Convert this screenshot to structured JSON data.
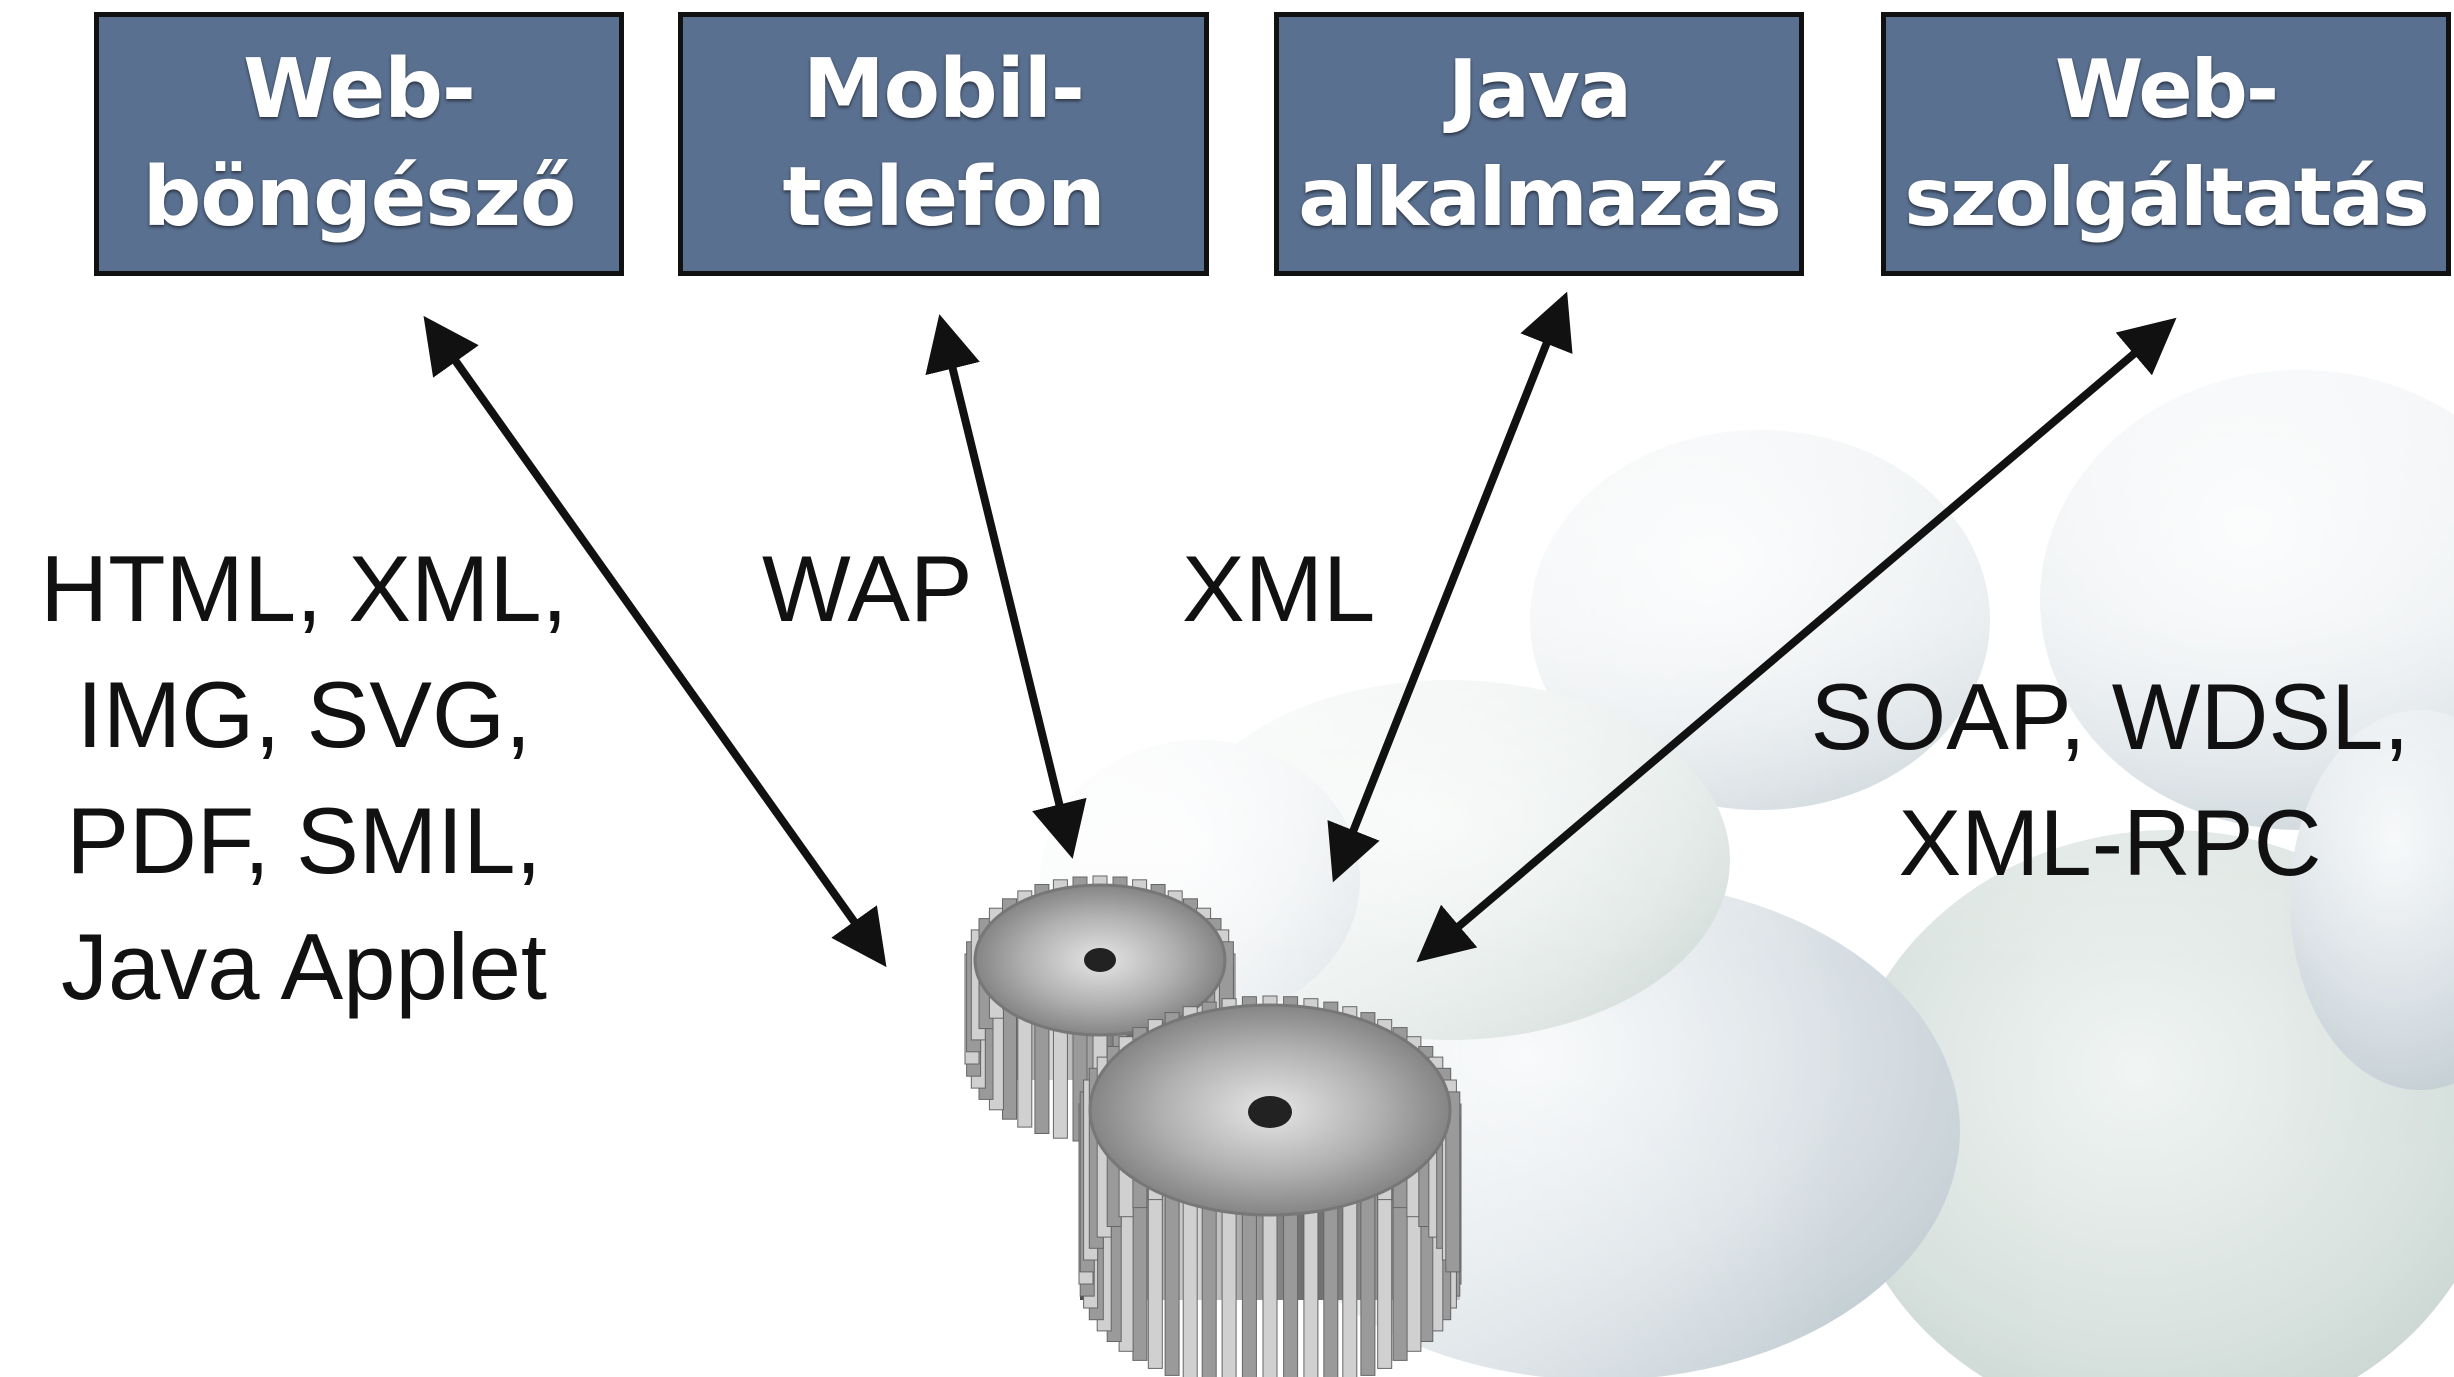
{
  "clients": [
    {
      "name": "browser",
      "label": "Web-\nböngésző"
    },
    {
      "name": "mobile",
      "label": "Mobil-\ntelefon"
    },
    {
      "name": "java-app",
      "label": "Java\nalkalmazás"
    },
    {
      "name": "web-service",
      "label": "Web-\nszolgáltatás"
    }
  ],
  "protocols": {
    "browser": "HTML, XML,\nIMG, SVG,\nPDF, SMIL,\nJava Applet",
    "mobile": "WAP",
    "java": "XML",
    "ws": "SOAP, WDSL,\nXML-RPC"
  },
  "icons": {
    "server": "gears-icon",
    "background": "pebbles-image"
  },
  "colors": {
    "box_fill": "#5a7090",
    "box_border": "#111111",
    "arrow": "#111111"
  }
}
